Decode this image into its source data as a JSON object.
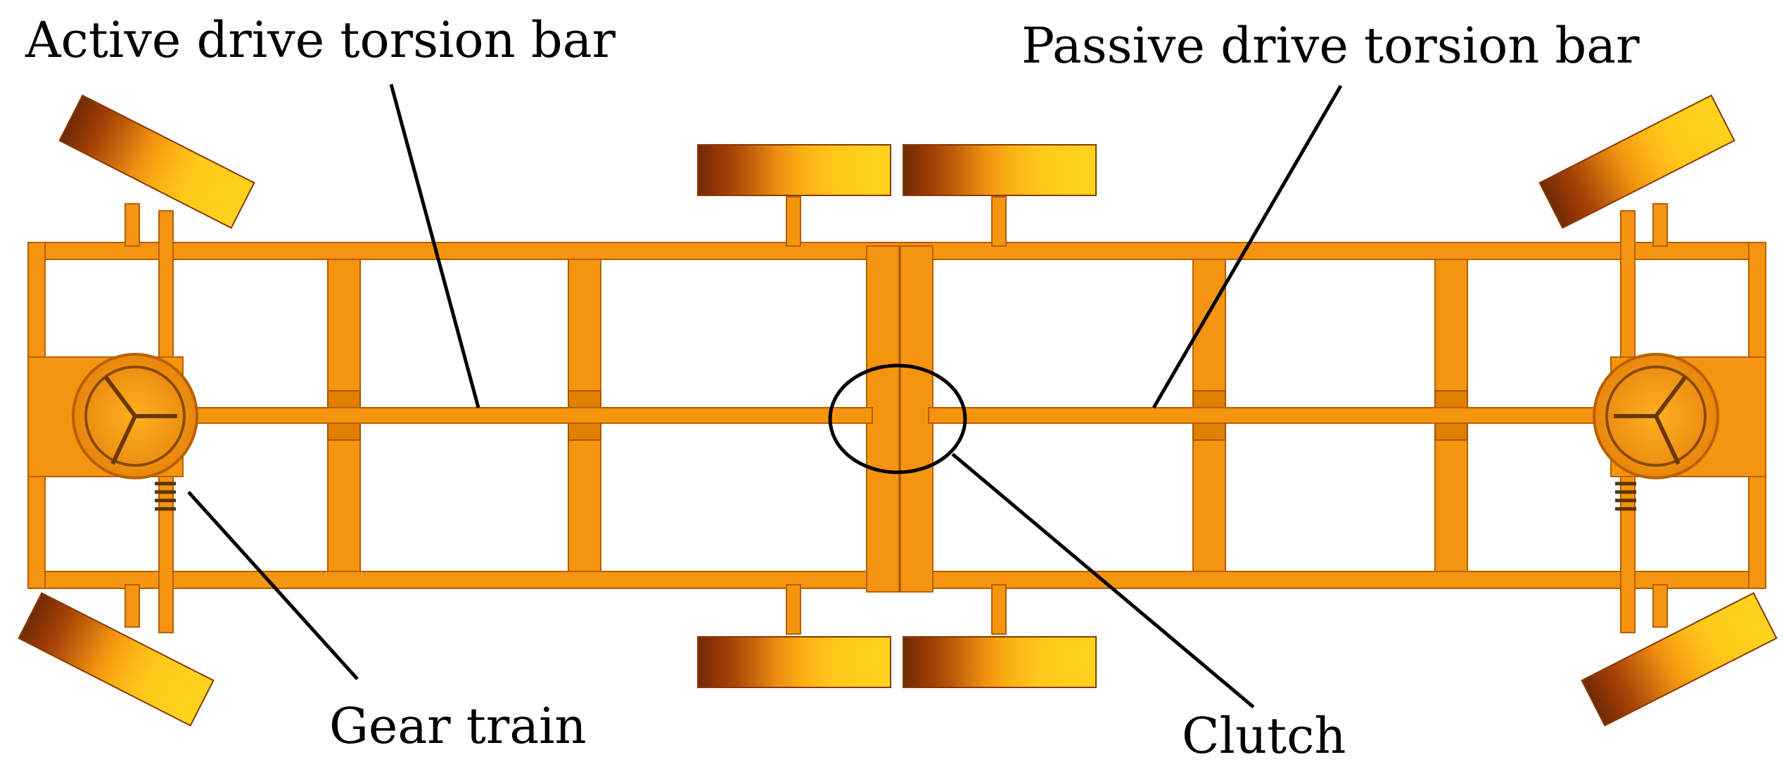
{
  "labels": {
    "active_drive_torsion_bar": "Active drive torsion bar",
    "passive_drive_torsion_bar": "Passive drive torsion bar",
    "gear_train": "Gear train",
    "clutch": "Clutch"
  },
  "colors": {
    "frame": "#f5940e",
    "frame_edge": "#b85f00",
    "wheel_gradient": [
      "#6e2a05",
      "#a34006",
      "#c4620a",
      "#e58b10",
      "#f7a512",
      "#ffc81a",
      "#ffd41c"
    ],
    "leader_line": "#000000"
  }
}
